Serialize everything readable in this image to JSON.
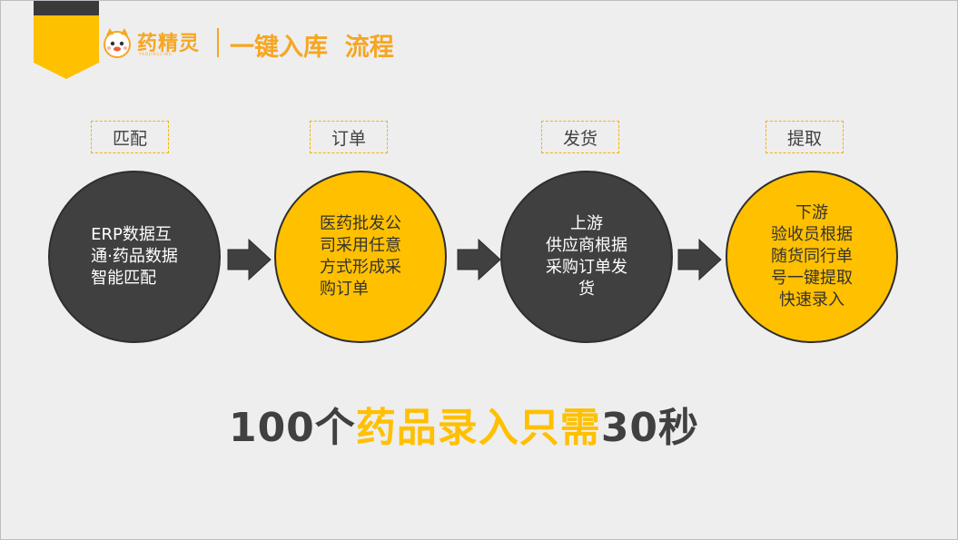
{
  "brand": {
    "name": "药精灵",
    "tagline_small": "YAOJINGLING",
    "accent": "#f5a623",
    "yellow": "#ffc000",
    "dark": "#404040"
  },
  "header": {
    "title": "一键入库  流程"
  },
  "steps": [
    {
      "label": "匹配",
      "text": "ERP数据互\n通·药品数据\n智能匹配",
      "style": "dark"
    },
    {
      "label": "订单",
      "text": "医药批发公\n司采用任意\n方式形成采\n购订单",
      "style": "yellow"
    },
    {
      "label": "发货",
      "text": "上游\n供应商根据\n采购订单发\n货",
      "style": "dark"
    },
    {
      "label": "提取",
      "text": "下游\n验收员根据\n随货同行单\n号一键提取\n快速录入",
      "style": "yellow"
    }
  ],
  "tagline": {
    "part1": "100个",
    "part2": "药品录入只需",
    "part3": "30秒"
  }
}
